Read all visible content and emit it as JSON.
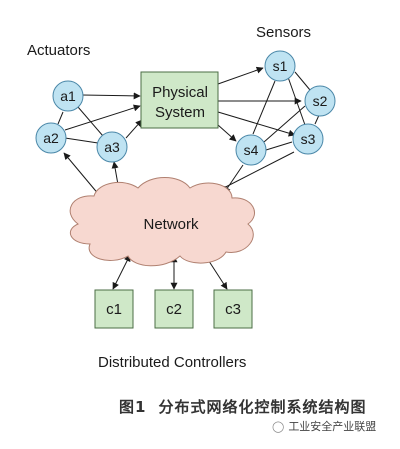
{
  "labels": {
    "actuators": "Actuators",
    "sensors": "Sensors",
    "network": "Network",
    "controllers": "Distributed Controllers"
  },
  "physical_system": {
    "line1": "Physical",
    "line2": "System"
  },
  "actuator_nodes": [
    "a1",
    "a2",
    "a3"
  ],
  "sensor_nodes": [
    "s1",
    "s2",
    "s3",
    "s4"
  ],
  "controller_nodes": [
    "c1",
    "c2",
    "c3"
  ],
  "caption": {
    "fig": "图1",
    "text": "分布式网络化控制系统结构图"
  },
  "watermark": {
    "icon": "wechat-icon",
    "text": "工业安全产业联盟"
  },
  "colors": {
    "node_fill": "#bfe3f2",
    "node_stroke": "#4a87a8",
    "box_fill": "#cfe8c8",
    "box_stroke": "#4b6e45",
    "cloud_fill": "#f7d8d0",
    "cloud_stroke": "#b08070",
    "arrow": "#1a1a1a"
  }
}
